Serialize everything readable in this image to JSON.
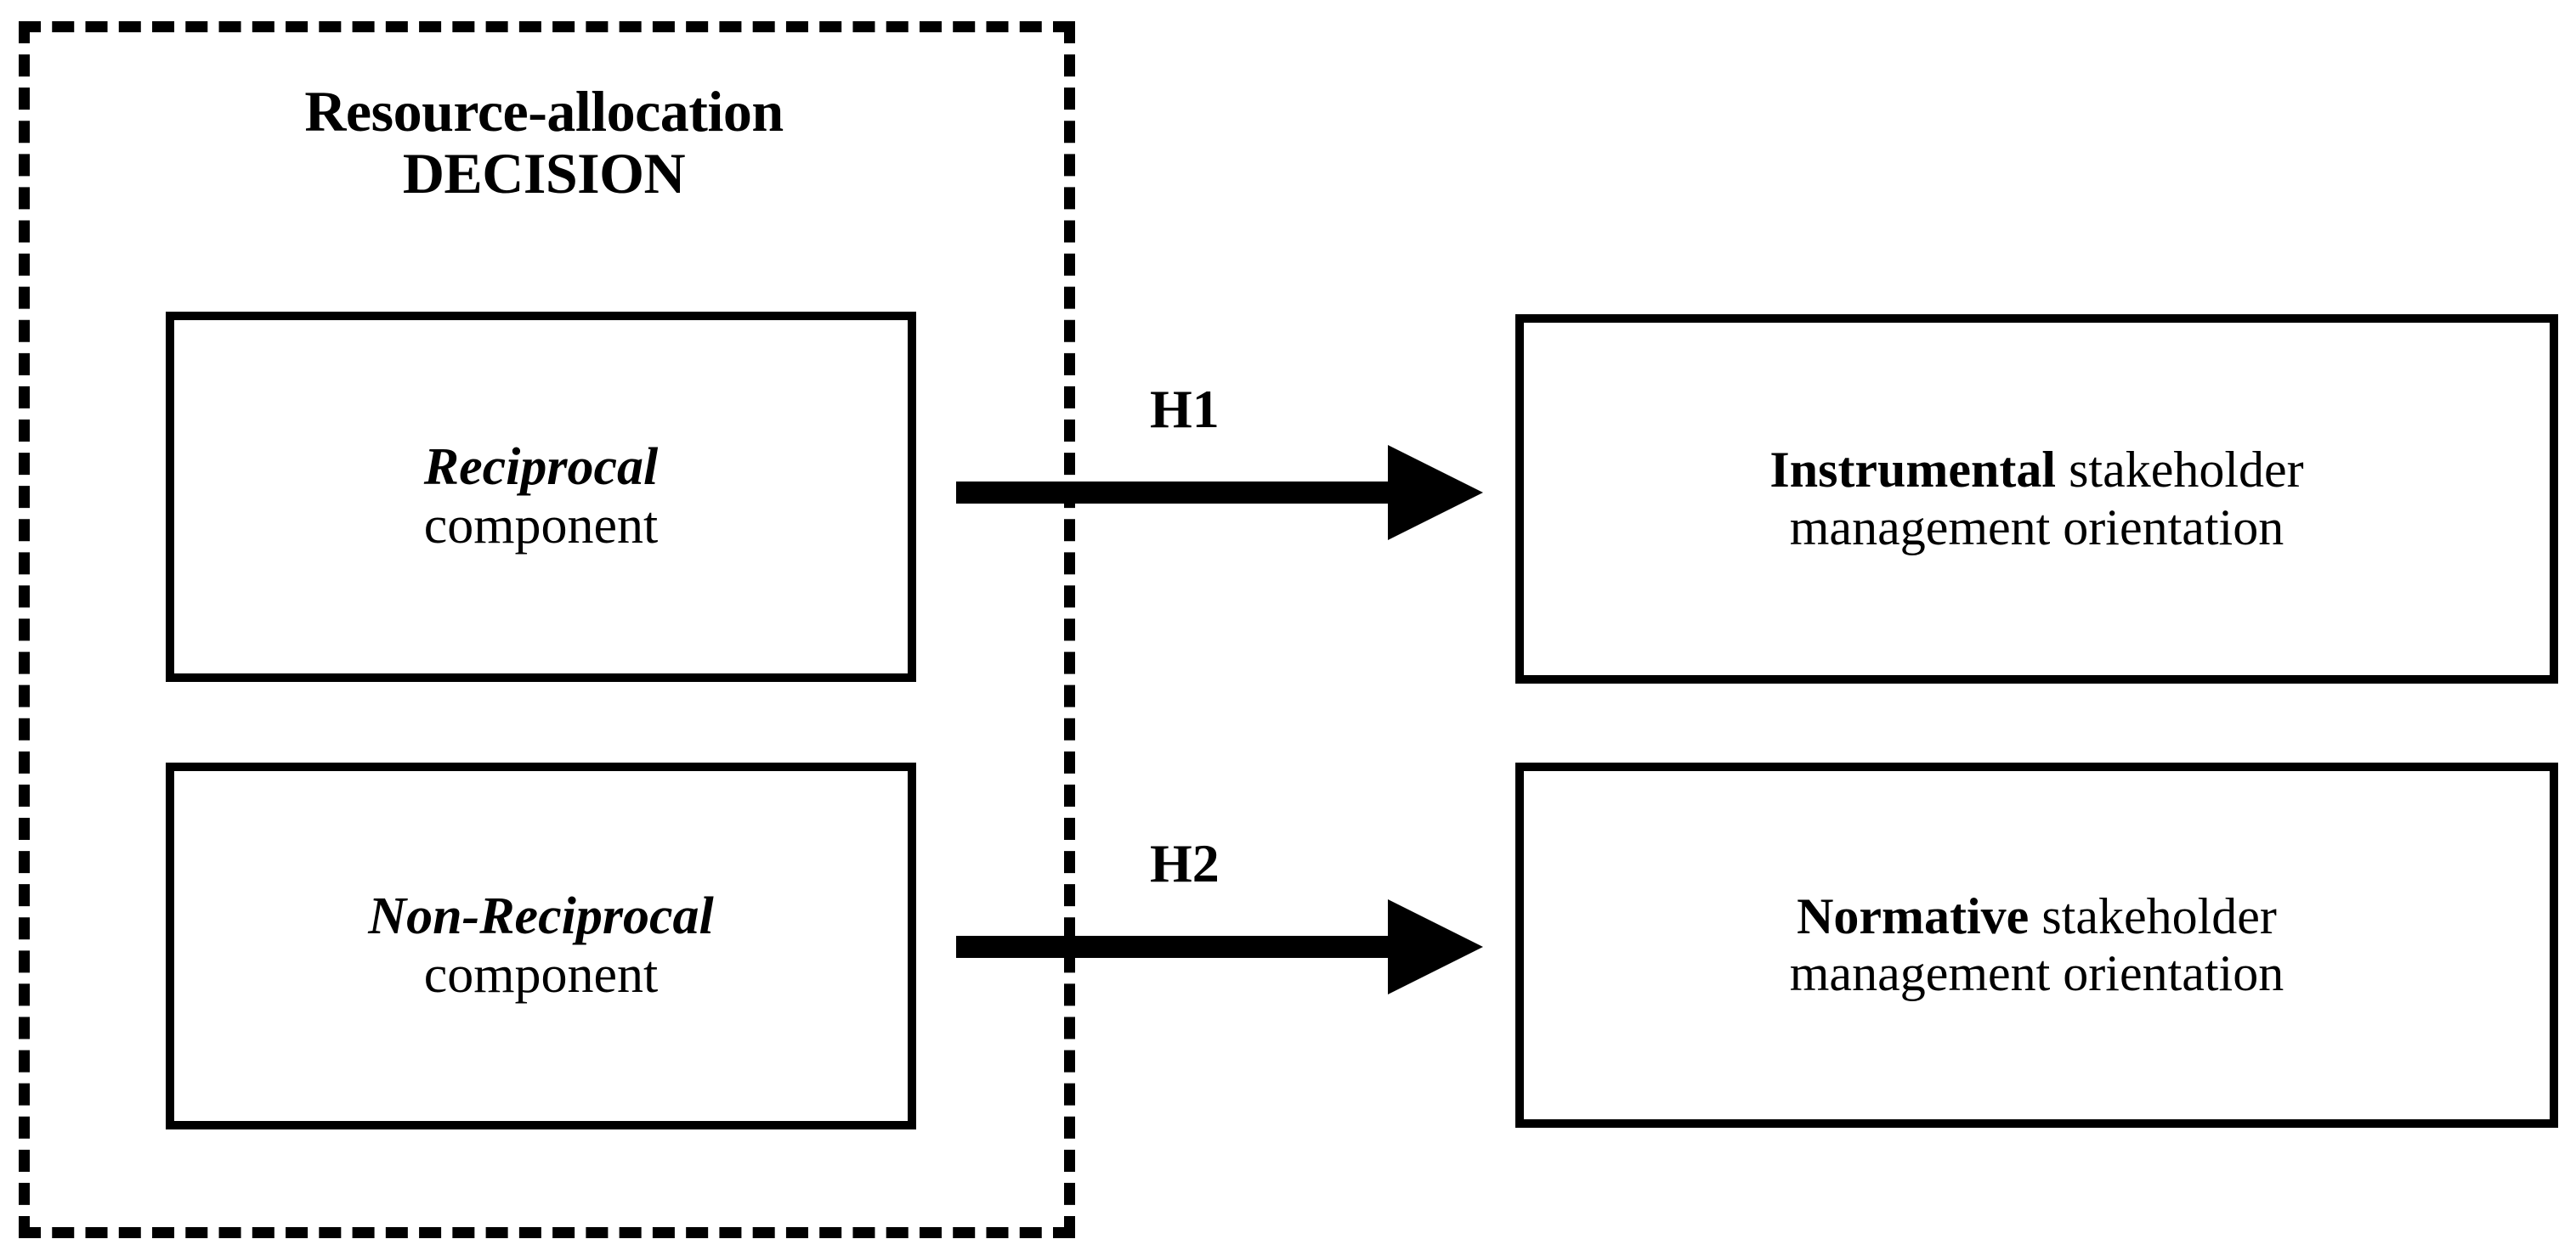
{
  "diagram": {
    "title_visible": false,
    "background_color": "#ffffff",
    "stroke_color": "#000000",
    "decision_region": {
      "heading_line1": "Resource-allocation",
      "heading_line2": "DECISION",
      "border_style": "dashed"
    },
    "nodes": {
      "left": [
        {
          "id": "reciprocal",
          "emphasis": "Reciprocal",
          "detail": "component"
        },
        {
          "id": "non-reciprocal",
          "emphasis": "Non-Reciprocal",
          "detail": "component"
        }
      ],
      "right": [
        {
          "id": "instrumental",
          "emphasis": "Instrumental",
          "detail": " stakeholder",
          "line2": "management orientation"
        },
        {
          "id": "normative",
          "emphasis": "Normative",
          "detail": " stakeholder",
          "line2": "management orientation"
        }
      ]
    },
    "relations": [
      {
        "id": "h1",
        "label": "H1",
        "from": "reciprocal",
        "to": "instrumental",
        "arrow": "solid-right"
      },
      {
        "id": "h2",
        "label": "H2",
        "from": "non-reciprocal",
        "to": "normative",
        "arrow": "solid-right"
      }
    ]
  }
}
